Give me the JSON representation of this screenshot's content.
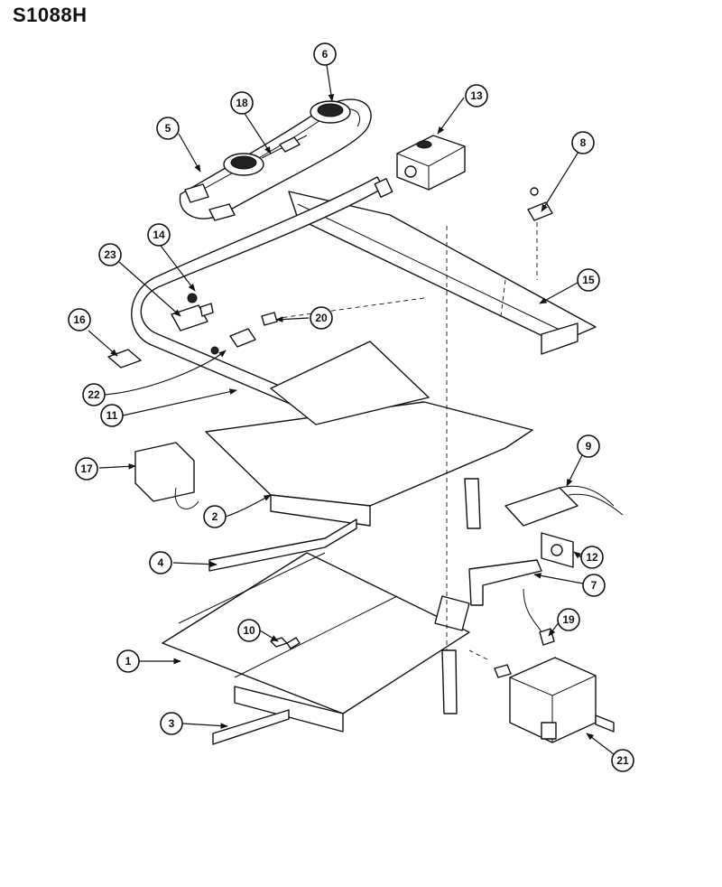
{
  "title": "S1088H",
  "callouts": [
    "1",
    "2",
    "3",
    "4",
    "5",
    "6",
    "7",
    "8",
    "9",
    "10",
    "11",
    "12",
    "13",
    "14",
    "15",
    "16",
    "17",
    "18",
    "19",
    "20",
    "21",
    "22",
    "23"
  ]
}
